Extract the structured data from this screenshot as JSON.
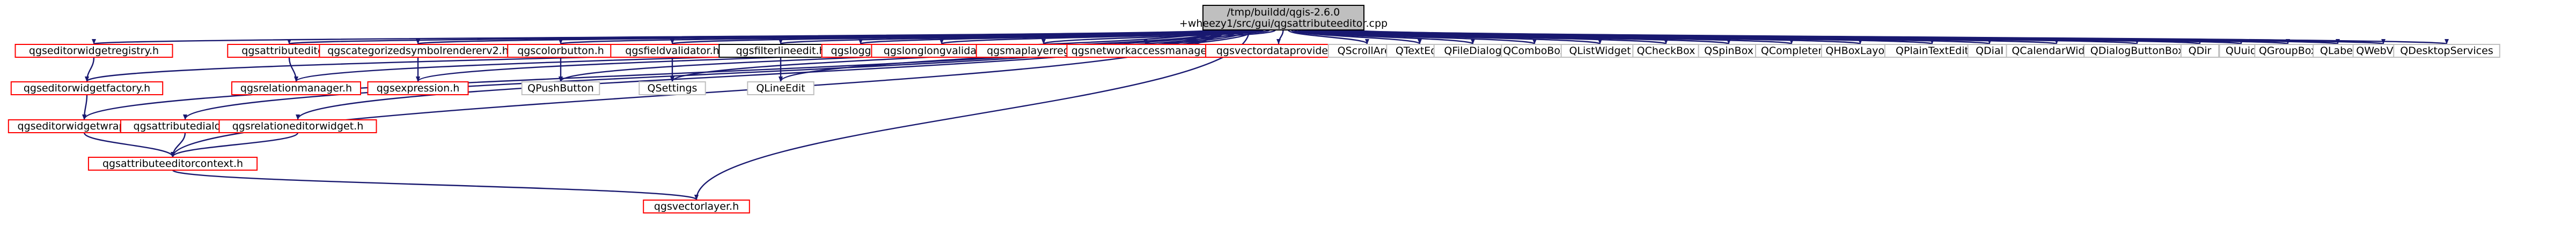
{
  "root": {
    "label_line1": "/tmp/buildd/qgis-2.6.0",
    "label_line2": "+wheezy1/src/gui/qgsattributeeditor.cpp"
  },
  "nodes": [
    {
      "id": "n1",
      "label": "qgseditorwidgetregistry.h",
      "kind": "red"
    },
    {
      "id": "n2",
      "label": "qgseditorwidgetfactory.h",
      "kind": "red"
    },
    {
      "id": "n3",
      "label": "qgseditorwidgetwrapper.h",
      "kind": "red"
    },
    {
      "id": "n4",
      "label": "qgsattributedialog.h",
      "kind": "red"
    },
    {
      "id": "n5",
      "label": "qgsattributeditor.h",
      "kind": "red"
    },
    {
      "id": "n6",
      "label": "qgsrelationmanager.h",
      "kind": "red"
    },
    {
      "id": "n7",
      "label": "qgsrelationeditorwidget.h",
      "kind": "red"
    },
    {
      "id": "n8",
      "label": "qgsattributeeditorcontext.h",
      "kind": "red"
    },
    {
      "id": "n9",
      "label": "qgscategorizedsymbolrendererv2.h",
      "kind": "red"
    },
    {
      "id": "n10",
      "label": "qgsexpression.h",
      "kind": "red"
    },
    {
      "id": "n11",
      "label": "qgscolorbutton.h",
      "kind": "red"
    },
    {
      "id": "n12",
      "label": "QPushButton",
      "kind": "gray"
    },
    {
      "id": "n13",
      "label": "qgsfieldvalidator.h",
      "kind": "red"
    },
    {
      "id": "n14",
      "label": "QSettings",
      "kind": "gray"
    },
    {
      "id": "n15",
      "label": "qgsfilterlineedit.h",
      "kind": "black"
    },
    {
      "id": "n16",
      "label": "QLineEdit",
      "kind": "gray"
    },
    {
      "id": "n17",
      "label": "qgslogger.h",
      "kind": "red"
    },
    {
      "id": "n18",
      "label": "qgslonglongvalidator.h",
      "kind": "red"
    },
    {
      "id": "n19",
      "label": "qgsmaplayerregistry.h",
      "kind": "red"
    },
    {
      "id": "n20",
      "label": "qgsnetworkaccessmanager.h",
      "kind": "red"
    },
    {
      "id": "n21",
      "label": "qgsvectorlayer.h",
      "kind": "red"
    },
    {
      "id": "n22",
      "label": "qgsvectordataprovider.h",
      "kind": "red"
    },
    {
      "id": "n23",
      "label": "QScrollArea",
      "kind": "gray"
    },
    {
      "id": "n24",
      "label": "QTextEdit",
      "kind": "gray"
    },
    {
      "id": "n25",
      "label": "QFileDialog",
      "kind": "gray"
    },
    {
      "id": "n26",
      "label": "QComboBox",
      "kind": "gray"
    },
    {
      "id": "n27",
      "label": "QListWidget",
      "kind": "gray"
    },
    {
      "id": "n28",
      "label": "QCheckBox",
      "kind": "gray"
    },
    {
      "id": "n29",
      "label": "QSpinBox",
      "kind": "gray"
    },
    {
      "id": "n30",
      "label": "QCompleter",
      "kind": "gray"
    },
    {
      "id": "n31",
      "label": "QHBoxLayout",
      "kind": "gray"
    },
    {
      "id": "n32",
      "label": "QPlainTextEdit",
      "kind": "gray"
    },
    {
      "id": "n33",
      "label": "QDial",
      "kind": "gray"
    },
    {
      "id": "n34",
      "label": "QCalendarWidget",
      "kind": "gray"
    },
    {
      "id": "n35",
      "label": "QDialogButtonBox",
      "kind": "gray"
    },
    {
      "id": "n36",
      "label": "QDir",
      "kind": "gray"
    },
    {
      "id": "n37",
      "label": "QUuid",
      "kind": "gray"
    },
    {
      "id": "n38",
      "label": "QGroupBox",
      "kind": "gray"
    },
    {
      "id": "n39",
      "label": "QLabel",
      "kind": "gray"
    },
    {
      "id": "n40",
      "label": "QWebView",
      "kind": "gray"
    },
    {
      "id": "n41",
      "label": "QDesktopServices",
      "kind": "gray"
    }
  ],
  "edges": [
    {
      "from": "root",
      "to": "n1"
    },
    {
      "from": "root",
      "to": "n2"
    },
    {
      "from": "root",
      "to": "n3"
    },
    {
      "from": "root",
      "to": "n4"
    },
    {
      "from": "root",
      "to": "n5"
    },
    {
      "from": "root",
      "to": "n6"
    },
    {
      "from": "root",
      "to": "n7"
    },
    {
      "from": "root",
      "to": "n8"
    },
    {
      "from": "root",
      "to": "n9"
    },
    {
      "from": "root",
      "to": "n10"
    },
    {
      "from": "root",
      "to": "n11"
    },
    {
      "from": "root",
      "to": "n12"
    },
    {
      "from": "root",
      "to": "n13"
    },
    {
      "from": "root",
      "to": "n14"
    },
    {
      "from": "root",
      "to": "n15"
    },
    {
      "from": "root",
      "to": "n16"
    },
    {
      "from": "root",
      "to": "n17"
    },
    {
      "from": "root",
      "to": "n18"
    },
    {
      "from": "root",
      "to": "n19"
    },
    {
      "from": "root",
      "to": "n20"
    },
    {
      "from": "root",
      "to": "n21"
    },
    {
      "from": "root",
      "to": "n22"
    },
    {
      "from": "root",
      "to": "n23"
    },
    {
      "from": "root",
      "to": "n24"
    },
    {
      "from": "root",
      "to": "n25"
    },
    {
      "from": "root",
      "to": "n26"
    },
    {
      "from": "root",
      "to": "n27"
    },
    {
      "from": "root",
      "to": "n28"
    },
    {
      "from": "root",
      "to": "n29"
    },
    {
      "from": "root",
      "to": "n30"
    },
    {
      "from": "root",
      "to": "n31"
    },
    {
      "from": "root",
      "to": "n32"
    },
    {
      "from": "root",
      "to": "n33"
    },
    {
      "from": "root",
      "to": "n34"
    },
    {
      "from": "root",
      "to": "n35"
    },
    {
      "from": "root",
      "to": "n36"
    },
    {
      "from": "root",
      "to": "n37"
    },
    {
      "from": "root",
      "to": "n38"
    },
    {
      "from": "root",
      "to": "n39"
    },
    {
      "from": "root",
      "to": "n40"
    },
    {
      "from": "root",
      "to": "n41"
    },
    {
      "from": "n1",
      "to": "n2"
    },
    {
      "from": "n2",
      "to": "n3"
    },
    {
      "from": "n3",
      "to": "n8"
    },
    {
      "from": "n4",
      "to": "n8"
    },
    {
      "from": "n5",
      "to": "n6"
    },
    {
      "from": "n7",
      "to": "n8"
    },
    {
      "from": "n8",
      "to": "n21"
    },
    {
      "from": "n9",
      "to": "n10"
    },
    {
      "from": "n11",
      "to": "n12"
    },
    {
      "from": "n13",
      "to": "n14"
    },
    {
      "from": "n15",
      "to": "n16"
    }
  ],
  "colors": {
    "edge": "#191970",
    "root_fill": "#bfbfbf",
    "root_border": "#000000",
    "red_border": "#ff0000",
    "gray_border": "#bfbfbf",
    "black_border": "#000000",
    "node_fill": "#ffffff"
  }
}
